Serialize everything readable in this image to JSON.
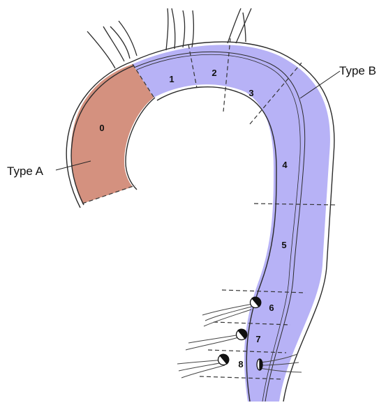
{
  "colors": {
    "type_a_fill": "#d4917f",
    "type_b_fill": "#b7b2f6",
    "wall_stroke": "#2b2b2b",
    "boundary_stroke": "#333333",
    "intercostal_stroke": "#444444"
  },
  "labels": {
    "type_a": "Type A",
    "type_b": "Type B"
  },
  "zones": [
    "0",
    "1",
    "2",
    "3",
    "4",
    "5",
    "6",
    "7",
    "8"
  ]
}
